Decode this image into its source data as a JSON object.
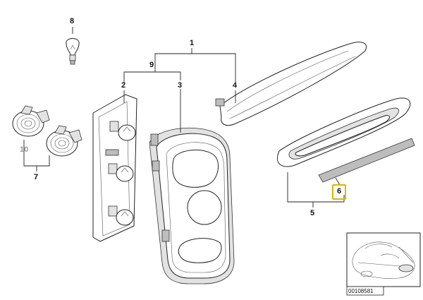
{
  "diagram": {
    "callouts": {
      "c1": "1",
      "c2": "2",
      "c3": "3",
      "c4": "4",
      "c5": "5",
      "c6": "6",
      "c7": "7",
      "c8": "8",
      "c9": "9",
      "c10": "10"
    },
    "highlighted_callout": "6",
    "highlight_color": "#e0b400",
    "document_number": "00108581"
  }
}
